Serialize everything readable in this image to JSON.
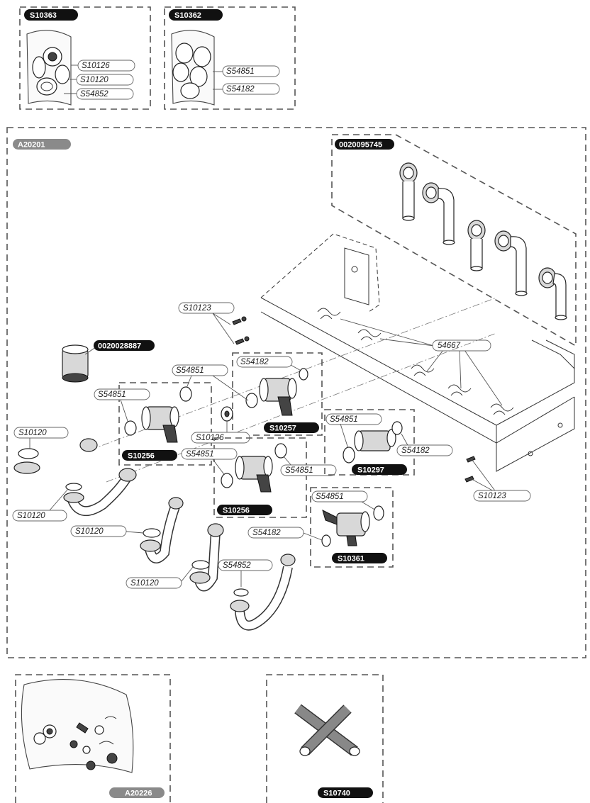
{
  "kits": {
    "k1": {
      "code": "S10363",
      "parts": [
        "S10126",
        "S10120",
        "S54852"
      ]
    },
    "k2": {
      "code": "S10362",
      "parts": [
        "S54851",
        "S54182"
      ]
    }
  },
  "main": {
    "group": "A20201",
    "pipes_kit": "0020095745",
    "adapter": "0020028887",
    "clips": "54667",
    "screws_top": "S10123",
    "screws_right": "S10123",
    "assemblies": {
      "s10257": {
        "code": "S10257",
        "labels": [
          "S54182",
          "S54851"
        ]
      },
      "s10256a": {
        "code": "S10256",
        "labels": [
          "S54851"
        ]
      },
      "s10256b": {
        "code": "S10256",
        "labels": [
          "S54851",
          "S54851"
        ]
      },
      "s10297": {
        "code": "S10297",
        "labels": [
          "S54851",
          "S54182"
        ]
      },
      "s10361": {
        "code": "S10361",
        "labels": [
          "S54851",
          "S54182"
        ]
      }
    },
    "loose": {
      "washer_center": "S10126",
      "bend1": "S10120",
      "bend2": "S10120",
      "bend3": "S10120",
      "bend4": "S10120",
      "bend5": "S54852"
    }
  },
  "bottom": {
    "b1": {
      "code": "A20226"
    },
    "b2": {
      "code": "S10740"
    }
  }
}
